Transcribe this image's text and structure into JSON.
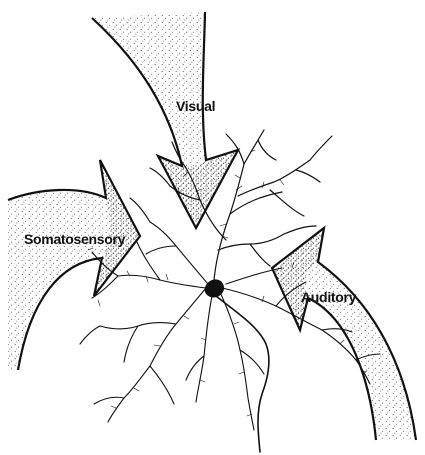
{
  "figure": {
    "arrows": [
      {
        "id": "visual",
        "label": "Visual"
      },
      {
        "id": "somatosensory",
        "label": "Somatosensory"
      },
      {
        "id": "auditory",
        "label": "Auditory"
      }
    ],
    "colors": {
      "ink": "#111111",
      "stipple": "#444444",
      "background": "#ffffff"
    }
  }
}
